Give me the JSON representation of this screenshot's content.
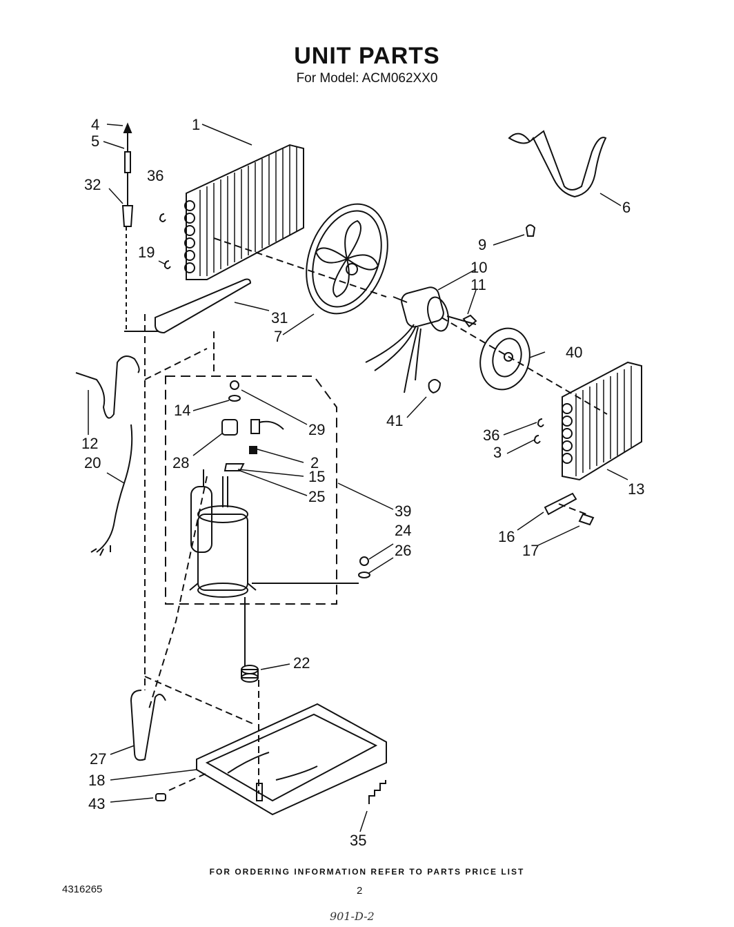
{
  "header": {
    "title": "UNIT PARTS",
    "subtitle": "For Model: ACM062XX0"
  },
  "callouts": [
    "1",
    "2",
    "3",
    "4",
    "5",
    "6",
    "7",
    "9",
    "10",
    "11",
    "12",
    "13",
    "14",
    "15",
    "16",
    "17",
    "18",
    "19",
    "20",
    "22",
    "24",
    "25",
    "26",
    "27",
    "28",
    "29",
    "31",
    "32",
    "35",
    "36",
    "36",
    "39",
    "40",
    "41",
    "43"
  ],
  "footer": {
    "note": "FOR ORDERING INFORMATION REFER TO PARTS PRICE LIST",
    "doc_number": "4316265",
    "page_number": "2",
    "handwritten": "901-D-2"
  }
}
